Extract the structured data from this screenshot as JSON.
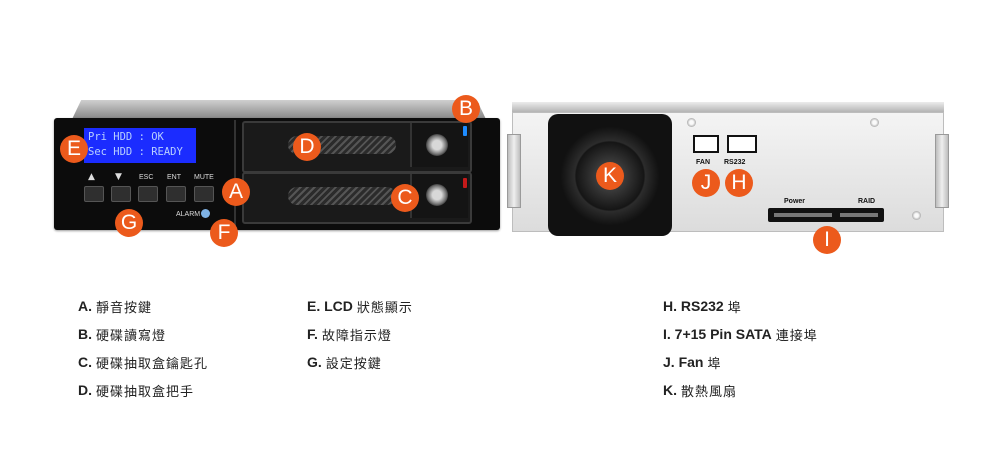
{
  "lcd": {
    "line1": "Pri HDD : OK",
    "line2": "Sec HDD : READY"
  },
  "front_buttons": [
    "ESC",
    "ENT",
    "MUTE"
  ],
  "alarm_label": "ALARM",
  "rear_ports": {
    "fan": "FAN",
    "rs232": "RS232",
    "power": "Power",
    "raid": "RAID"
  },
  "markers": {
    "a": "A",
    "b": "B",
    "c": "C",
    "d": "D",
    "e": "E",
    "f": "F",
    "g": "G",
    "h": "H",
    "i": "I",
    "j": "J",
    "k": "K"
  },
  "legend": {
    "col1": [
      {
        "key": "A.",
        "text": "靜音按鍵"
      },
      {
        "key": "B.",
        "text": "硬碟讀寫燈"
      },
      {
        "key": "C.",
        "text": "硬碟抽取盒鑰匙孔"
      },
      {
        "key": "D.",
        "text": "硬碟抽取盒把手"
      }
    ],
    "col2": [
      {
        "key": "E. LCD",
        "text": "狀態顯示"
      },
      {
        "key": "F.",
        "text": "故障指示燈"
      },
      {
        "key": "G.",
        "text": "設定按鍵"
      }
    ],
    "col3": [
      {
        "key": "H. RS232",
        "text": "埠"
      },
      {
        "key": "I.  7+15 Pin SATA",
        "text": "連接埠"
      },
      {
        "key": "J. Fan",
        "text": "埠"
      },
      {
        "key": "K.",
        "text": "散熱風扇"
      }
    ]
  },
  "colors": {
    "marker": "#ec5a1c",
    "lcd_background": "#1b2cff",
    "hdd_led_primary": "#1e8cff",
    "hdd_led_secondary": "#c41a1a"
  }
}
